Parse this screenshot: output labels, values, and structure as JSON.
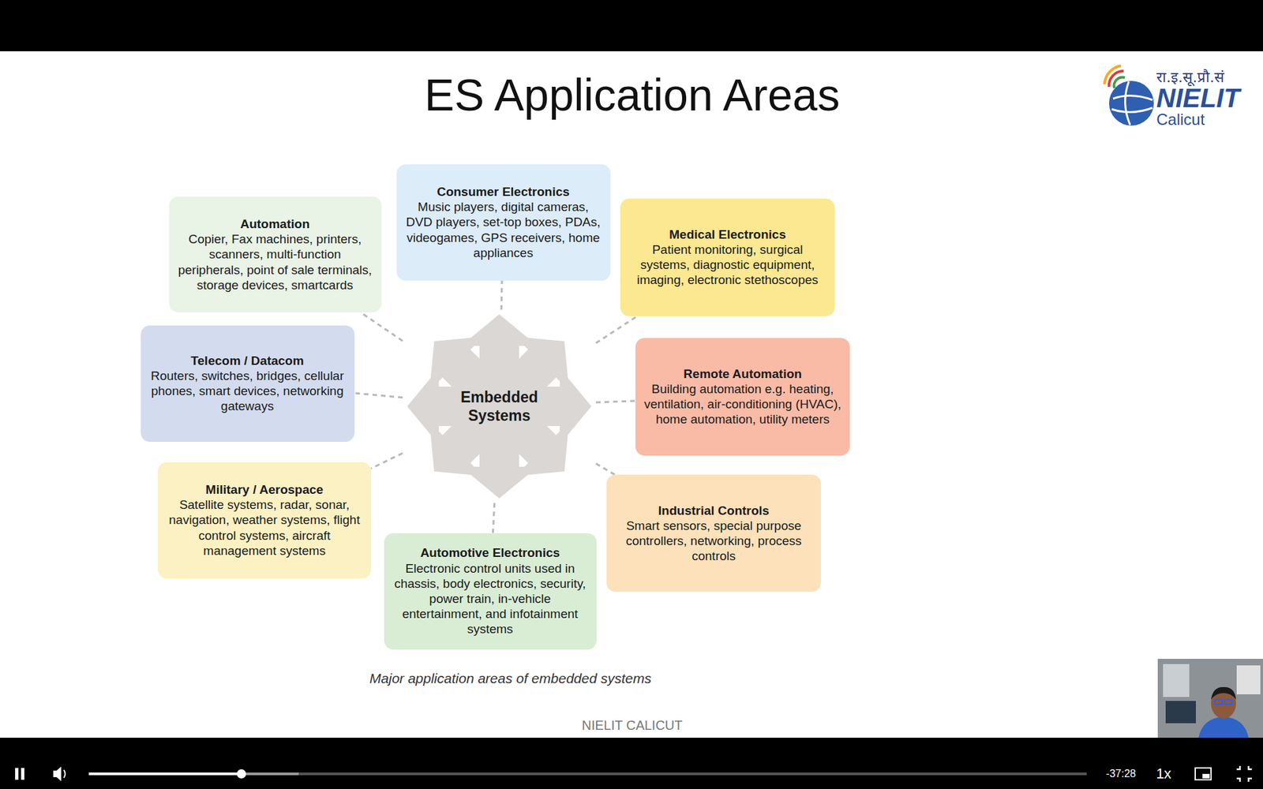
{
  "diagram": {
    "title": "ES Application Areas",
    "caption": "Major application areas of embedded systems",
    "nodes": [
      {
        "text": [
          "Automation",
          "Copier, Fax machines, printers, scanners, multi-function peripherals, point of sale terminals, storage devices, smartcards"
        ]
      },
      {
        "text": [
          "Consumer Electronics",
          "Music players, digital cameras, DVD players, set-top boxes, PDAs, videogames, GPS receivers, home appliances"
        ]
      },
      {
        "text": [
          "Medical Electronics",
          "Patient monitoring, surgical systems, diagnostic equipment, imaging, electronic stethoscopes"
        ]
      },
      {
        "text": [
          "Telecom / Datacom",
          "Routers, switches, bridges, cellular phones, smart devices, networking gateways"
        ]
      },
      {
        "text": [
          "Embedded Systems"
        ]
      },
      {
        "text": [
          "Remote Automation",
          "Building automation e.g. heating, ventilation, air-conditioning (HVAC), home automation, utility meters"
        ]
      },
      {
        "text": [
          "Military / Aerospace",
          "Satellite systems, radar, sonar, navigation, weather systems, flight control systems, aircraft management systems"
        ]
      },
      {
        "text": [
          "Industrial Controls",
          "Smart sensors, special purpose controllers, networking, process controls"
        ]
      },
      {
        "text": [
          "Automotive Electronics",
          "Electronic control units used in chassis, body electronics, security, power train, in-vehicle entertainment, and infotainment systems"
        ]
      }
    ],
    "edges": [
      {
        "from": 4,
        "to": 0,
        "arrow": "none"
      },
      {
        "from": 4,
        "to": 1,
        "arrow": "none"
      },
      {
        "from": 4,
        "to": 2,
        "arrow": "none"
      },
      {
        "from": 4,
        "to": 3,
        "arrow": "none"
      },
      {
        "from": 4,
        "to": 5,
        "arrow": "none"
      },
      {
        "from": 4,
        "to": 6,
        "arrow": "none"
      },
      {
        "from": 4,
        "to": 7,
        "arrow": "none"
      },
      {
        "from": 4,
        "to": 8,
        "arrow": "none"
      }
    ],
    "labels": [
      "रा.इ.सू.प्रौ.सं",
      "NIELIT",
      "Calicut",
      "NIELIT CALICUT",
      "-37:28",
      "1x"
    ]
  }
}
